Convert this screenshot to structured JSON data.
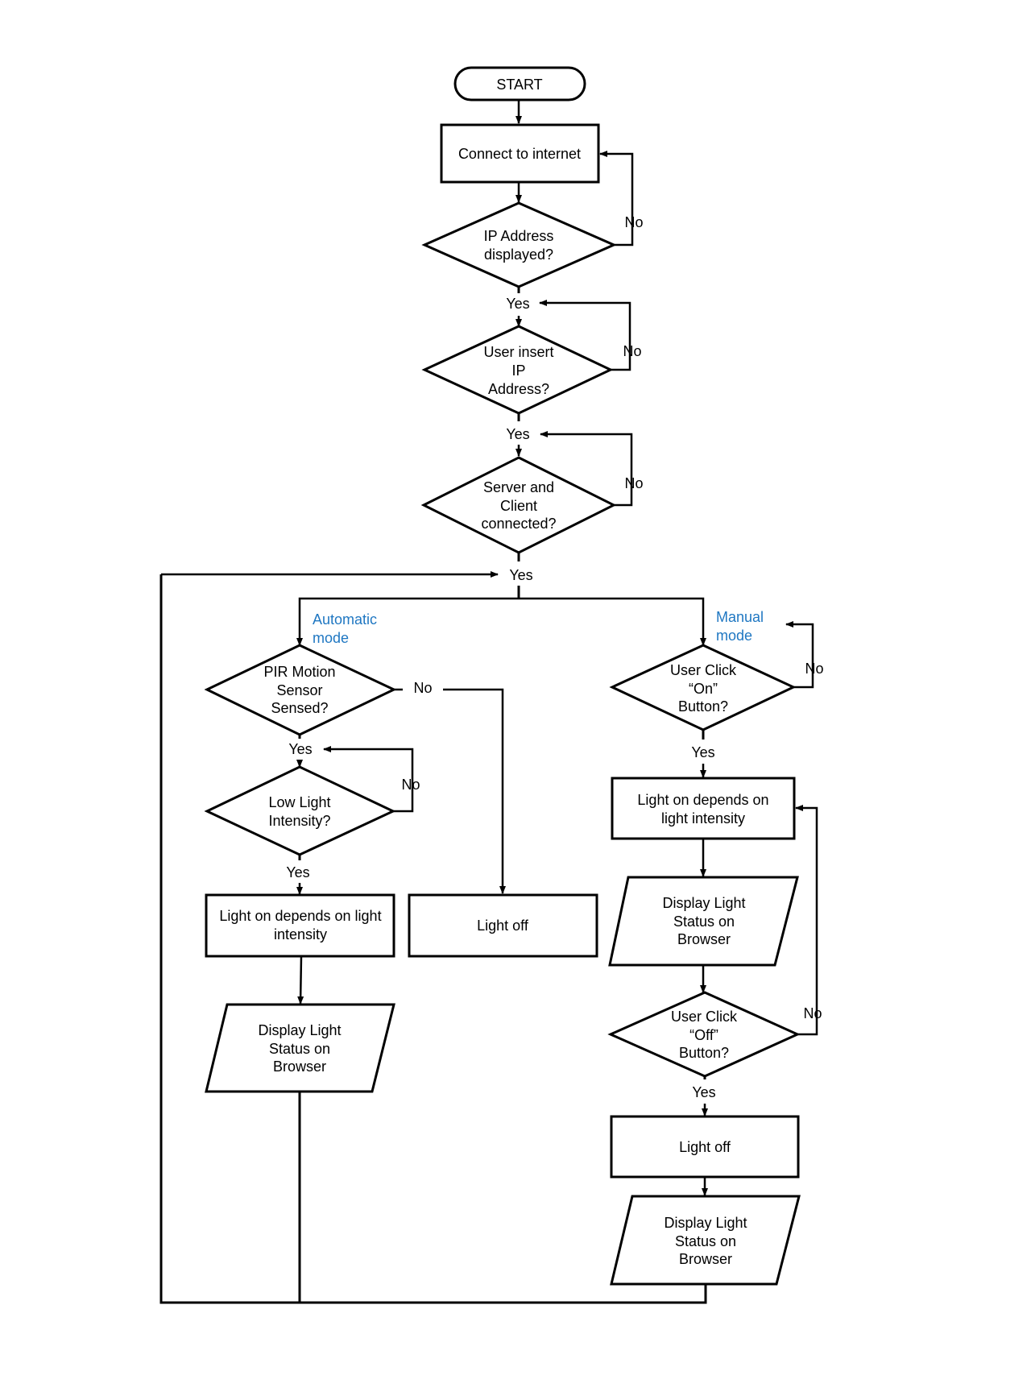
{
  "diagram": {
    "start": "START",
    "connect": "Connect to internet",
    "ip_displayed": [
      "IP Address",
      "displayed?"
    ],
    "user_insert_ip": [
      "User insert",
      "IP",
      "Address?"
    ],
    "server_client": [
      "Server and",
      "Client",
      "connected?"
    ],
    "automatic_mode": [
      "Automatic",
      "mode"
    ],
    "manual_mode": [
      "Manual",
      "mode"
    ],
    "pir_sensed": [
      "PIR Motion",
      "Sensor",
      "Sensed?"
    ],
    "low_light": [
      "Low Light",
      "Intensity?"
    ],
    "auto_light_on": [
      "Light on depends on light",
      "intensity"
    ],
    "auto_light_off": "Light off",
    "auto_display": [
      "Display Light",
      "Status on",
      "Browser"
    ],
    "user_click_on": [
      "User Click",
      "“On”",
      "Button?"
    ],
    "manual_light_on": [
      "Light on depends on",
      "light intensity"
    ],
    "manual_display_1": [
      "Display Light",
      "Status on",
      "Browser"
    ],
    "user_click_off": [
      "User Click",
      "“Off”",
      "Button?"
    ],
    "manual_light_off": "Light off",
    "manual_display_2": [
      "Display Light",
      "Status on",
      "Browser"
    ],
    "yes": "Yes",
    "no": "No"
  },
  "colors": {
    "mode_label": "#1f77c2",
    "stroke": "#000000",
    "background": "#ffffff"
  }
}
